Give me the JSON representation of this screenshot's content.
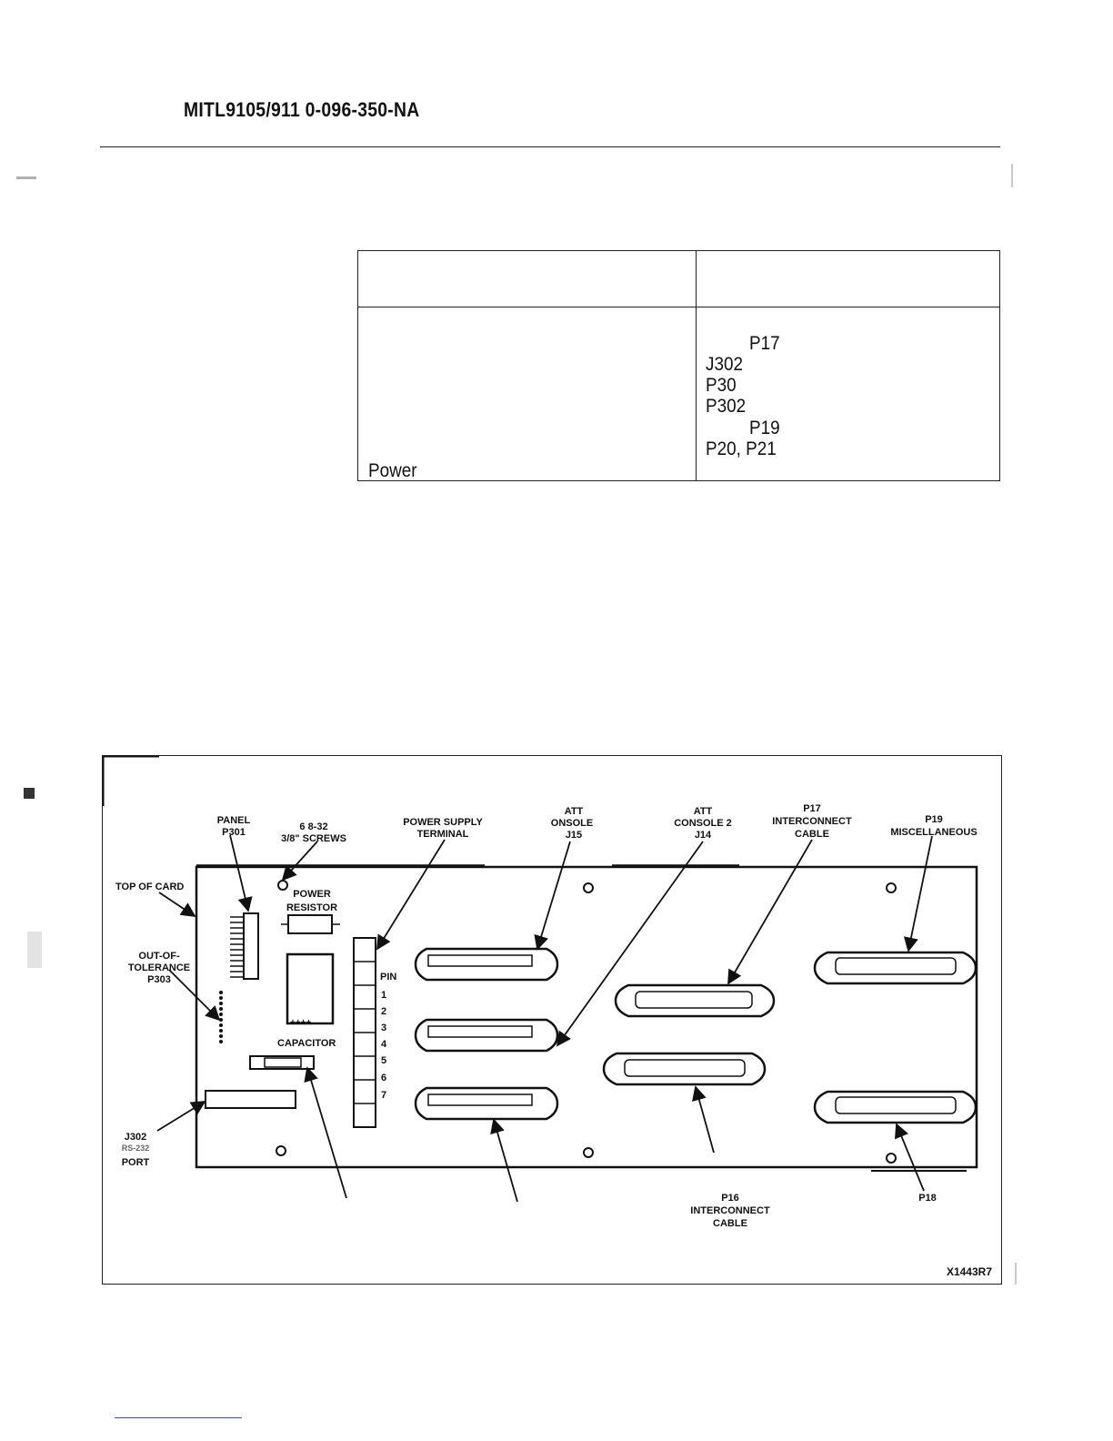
{
  "document": {
    "id": "MITL9105/911 0-096-350-NA"
  },
  "connector_table": {
    "left_column": [
      "Power"
    ],
    "right_column": [
      "P17",
      "J302",
      "P30",
      "P302",
      "P19",
      "P20, P21"
    ]
  },
  "figure": {
    "code": "X1443R7",
    "labels": {
      "panel": [
        "PANEL",
        "P301"
      ],
      "screws": [
        "6 8-32",
        "3/8\" SCREWS"
      ],
      "power_supply": [
        "POWER SUPPLY",
        "TERMINAL"
      ],
      "att_console_1": [
        "ATT",
        "ONSOLE",
        "J15"
      ],
      "att_console_2": [
        "ATT",
        "CONSOLE 2",
        "J14"
      ],
      "p17": [
        "P17",
        "INTERCONNECT",
        "CABLE"
      ],
      "p19": [
        "P19",
        "MISCELLANEOUS"
      ],
      "top_of_card": "TOP OF CARD",
      "power_resistor": [
        "POWER",
        "RESISTOR"
      ],
      "out_of_tolerance": [
        "OUT-OF-",
        "TOLERANCE",
        "P303"
      ],
      "capacitor": "CAPACITOR",
      "pin": "PIN",
      "pins": [
        "1",
        "2",
        "3",
        "4",
        "5",
        "6",
        "7"
      ],
      "j302": [
        "J302",
        "RS-232",
        "PORT"
      ],
      "p16": [
        "P16",
        "INTERCONNECT",
        "CABLE"
      ],
      "p18": "P18"
    }
  }
}
